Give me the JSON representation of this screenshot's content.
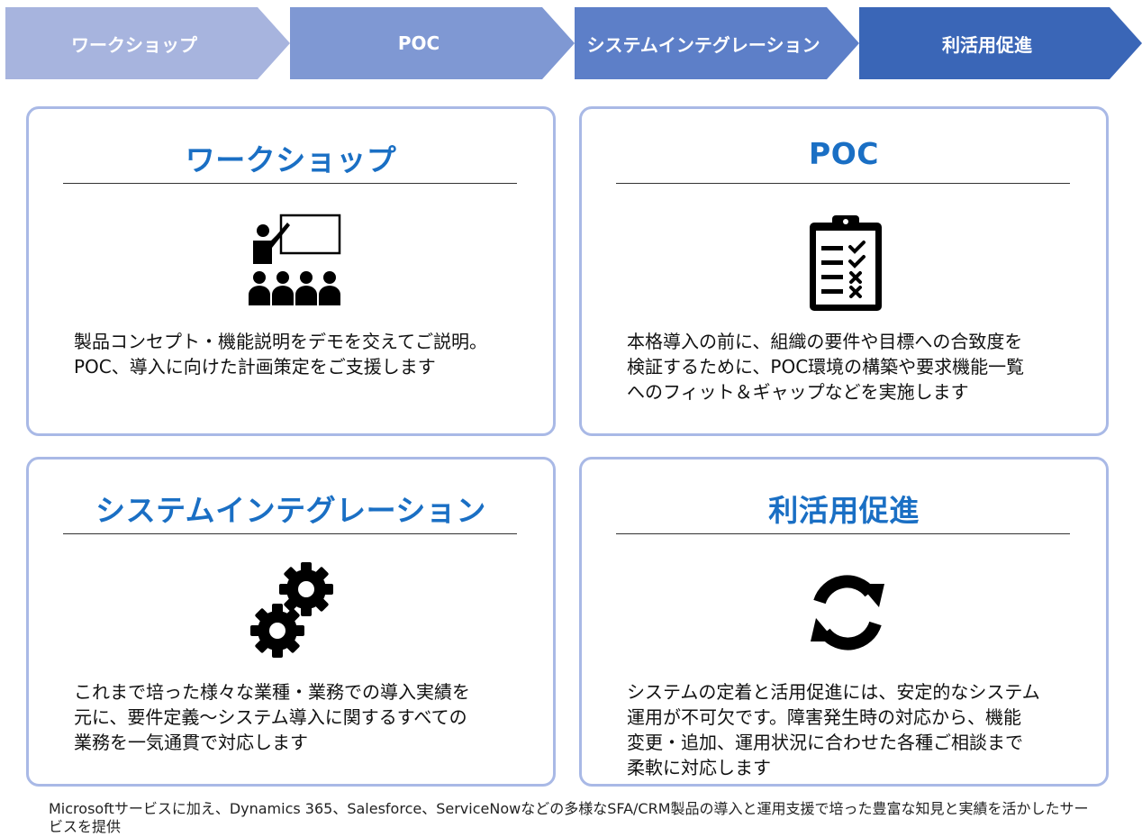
{
  "colors": {
    "step1": "#a7b4de",
    "step2": "#7f98d3",
    "step3": "#5d7fc8",
    "step4": "#3a66b7",
    "card_border": "#a9b9e6",
    "title": "#1a6fc4"
  },
  "steps": [
    {
      "label": "ワークショップ"
    },
    {
      "label": "POC"
    },
    {
      "label": "システムインテグレーション"
    },
    {
      "label": "利活用促進"
    }
  ],
  "cards": [
    {
      "title": "ワークショップ",
      "icon": "presentation-audience-icon",
      "description": "製品コンセプト・機能説明をデモを交えてご説明。\nPOC、導入に向けた計画策定をご支援します"
    },
    {
      "title": "POC",
      "icon": "clipboard-checklist-icon",
      "description": "本格導入の前に、組織の要件や目標への合致度を\n検証するために、POC環境の構築や要求機能一覧\nへのフィット＆ギャップなどを実施します"
    },
    {
      "title": "システムインテグレーション",
      "icon": "gears-icon",
      "description": "これまで培った様々な業種・業務での導入実績を\n元に、要件定義～システム導入に関するすべての\n業務を一気通貫で対応します"
    },
    {
      "title": "利活用促進",
      "icon": "refresh-cycle-icon",
      "description": "システムの定着と活用促進には、安定的なシステム\n運用が不可欠です。障害発生時の対応から、機能\n変更・追加、運用状況に合わせた各種ご相談まで\n柔軟に対応します"
    }
  ],
  "footer": {
    "text": "Microsoftサービスに加え、Dynamics 365、Salesforce、ServiceNowなどの多様なSFA/CRM製品の導入と運用支援で培った豊富な知見と実績を活かしたサービスを提供"
  }
}
